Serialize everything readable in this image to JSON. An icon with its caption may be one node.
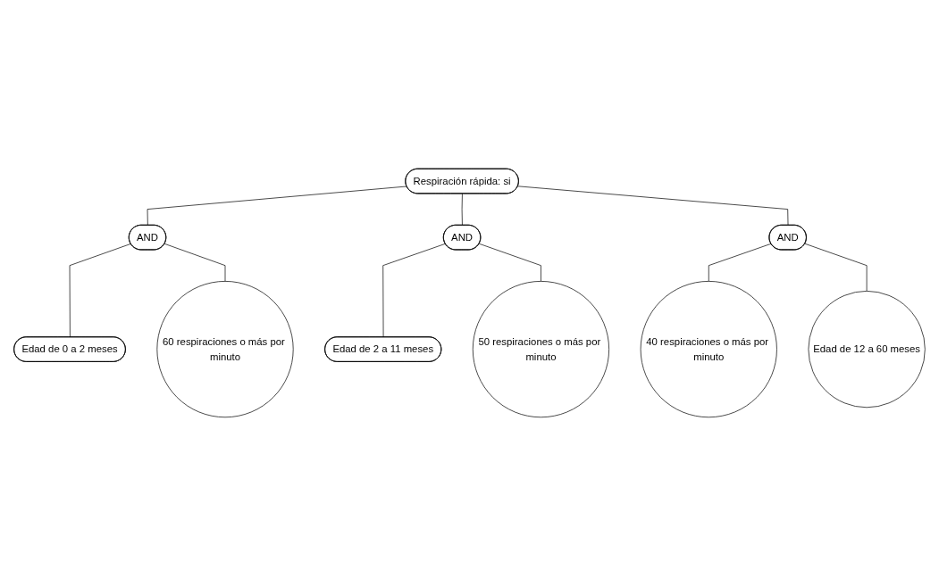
{
  "diagram": {
    "nodes": [
      {
        "text": [
          "Respiración rápida: si"
        ]
      },
      {
        "text": [
          "AND"
        ]
      },
      {
        "text": [
          "Edad de 0 a 2 meses"
        ]
      },
      {
        "text": [
          "60 respiraciones o más por minuto"
        ]
      },
      {
        "text": [
          "AND"
        ]
      },
      {
        "text": [
          "Edad de 2 a 11 meses"
        ]
      },
      {
        "text": [
          "50 respiraciones o más por minuto"
        ]
      },
      {
        "text": [
          "AND"
        ]
      },
      {
        "text": [
          "40 respiraciones o más por minuto"
        ]
      },
      {
        "text": [
          "Edad de 12 a 60 meses"
        ]
      }
    ],
    "edges": [
      {
        "from": 0,
        "to": 1,
        "arrow": "none"
      },
      {
        "from": 0,
        "to": 4,
        "arrow": "none"
      },
      {
        "from": 0,
        "to": 7,
        "arrow": "none"
      },
      {
        "from": 1,
        "to": 2,
        "arrow": "none"
      },
      {
        "from": 1,
        "to": 3,
        "arrow": "none"
      },
      {
        "from": 4,
        "to": 5,
        "arrow": "none"
      },
      {
        "from": 4,
        "to": 6,
        "arrow": "none"
      },
      {
        "from": 7,
        "to": 8,
        "arrow": "none"
      },
      {
        "from": 7,
        "to": 9,
        "arrow": "none"
      }
    ]
  }
}
